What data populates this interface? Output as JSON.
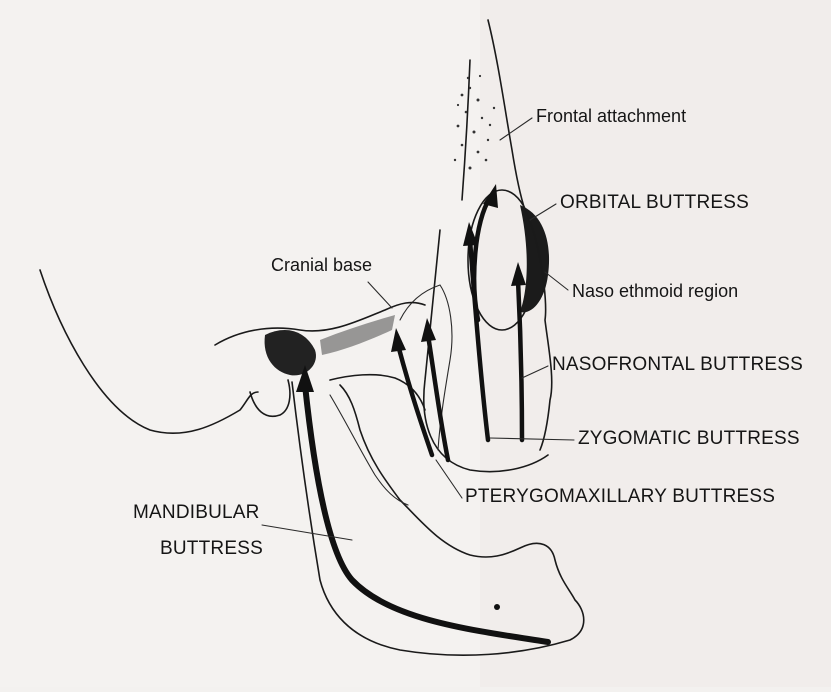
{
  "labels": {
    "frontal_attachment": "Frontal attachment",
    "orbital_buttress": "ORBITAL BUTTRESS",
    "cranial_base": "Cranial base",
    "nasoethmoid_region": "Naso ethmoid region",
    "nasofrontal_buttress": "NASOFRONTAL BUTTRESS",
    "zygomatic_buttress": "ZYGOMATIC BUTTRESS",
    "pterygomaxillary_buttress": "PTERYGOMAXILLARY BUTTRESS",
    "mandibular_line1": "MANDIBULAR",
    "mandibular_line2": "BUTTRESS"
  }
}
